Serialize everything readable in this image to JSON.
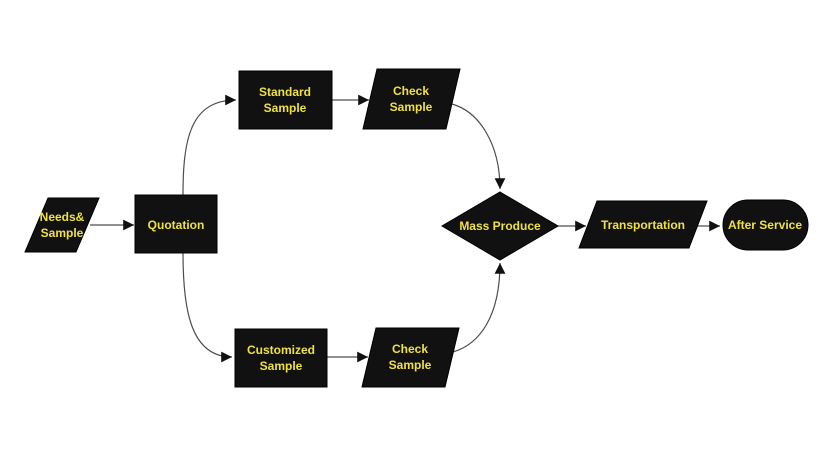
{
  "diagram": {
    "colors": {
      "background": "#ffffff",
      "shape_fill": "#111111",
      "label": "#f0e141",
      "line": "#4d4d4d",
      "arrowhead": "#111111"
    },
    "nodes": {
      "needs_sample": {
        "type": "parallelogram",
        "line1": "Needs&",
        "line2": "Sample"
      },
      "quotation": {
        "type": "rectangle",
        "line1": "Quotation"
      },
      "standard_sample": {
        "type": "rectangle",
        "line1": "Standard",
        "line2": "Sample"
      },
      "check_sample_top": {
        "type": "parallelogram",
        "line1": "Check",
        "line2": "Sample"
      },
      "customized_sample": {
        "type": "rectangle",
        "line1": "Customized",
        "line2": "Sample"
      },
      "check_sample_bottom": {
        "type": "parallelogram",
        "line1": "Check",
        "line2": "Sample"
      },
      "mass_produce": {
        "type": "diamond",
        "line1": "Mass Produce"
      },
      "transportation": {
        "type": "parallelogram",
        "line1": "Transportation"
      },
      "after_service": {
        "type": "terminator",
        "line1": "After Service"
      }
    },
    "edges": [
      {
        "from": "needs_sample",
        "to": "quotation"
      },
      {
        "from": "quotation",
        "to": "standard_sample"
      },
      {
        "from": "quotation",
        "to": "customized_sample"
      },
      {
        "from": "standard_sample",
        "to": "check_sample_top"
      },
      {
        "from": "customized_sample",
        "to": "check_sample_bottom"
      },
      {
        "from": "check_sample_top",
        "to": "mass_produce"
      },
      {
        "from": "check_sample_bottom",
        "to": "mass_produce"
      },
      {
        "from": "mass_produce",
        "to": "transportation"
      },
      {
        "from": "transportation",
        "to": "after_service"
      }
    ]
  }
}
